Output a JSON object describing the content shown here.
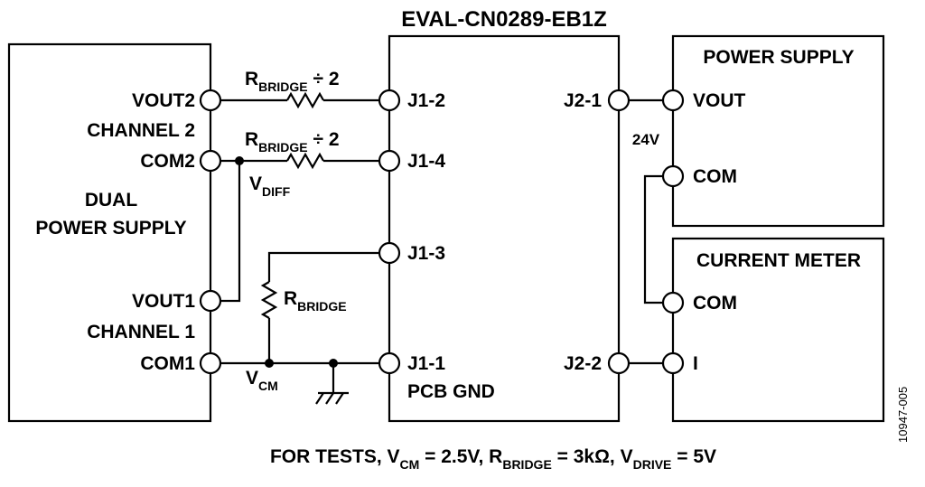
{
  "title": "EVAL-CN0289-EB1Z",
  "dual_supply": {
    "name_line1": "DUAL",
    "name_line2": "POWER SUPPLY",
    "vout2": "VOUT2",
    "channel2": "CHANNEL 2",
    "com2": "COM2",
    "vout1": "VOUT1",
    "channel1": "CHANNEL 1",
    "com1": "COM1"
  },
  "board": {
    "j1_2": "J1-2",
    "j1_4": "J1-4",
    "j1_3": "J1-3",
    "j1_1": "J1-1",
    "pcb_gnd": "PCB GND",
    "j2_1": "J2-1",
    "j2_2": "J2-2",
    "v24": "24V"
  },
  "power_supply": {
    "name": "POWER SUPPLY",
    "vout": "VOUT",
    "com": "COM"
  },
  "current_meter": {
    "name": "CURRENT METER",
    "com": "COM",
    "i": "I"
  },
  "resistors": {
    "r_top": {
      "main": "R",
      "sub": "BRIDGE",
      "suffix": " ÷ 2"
    },
    "r_mid": {
      "main": "R",
      "sub": "BRIDGE",
      "suffix": " ÷ 2"
    },
    "r_vert": {
      "main": "R",
      "sub": "BRIDGE"
    }
  },
  "nodes": {
    "vdiff": {
      "main": "V",
      "sub": "DIFF"
    },
    "vcm": {
      "main": "V",
      "sub": "CM"
    }
  },
  "footnote": {
    "p1": "FOR TESTS, V",
    "s1": "CM",
    "p2": " = 2.5V, R",
    "s2": "BRIDGE",
    "p3": " = 3kΩ, V",
    "s3": "DRIVE",
    "p4": " = 5V"
  },
  "figure_id": "10947-005"
}
